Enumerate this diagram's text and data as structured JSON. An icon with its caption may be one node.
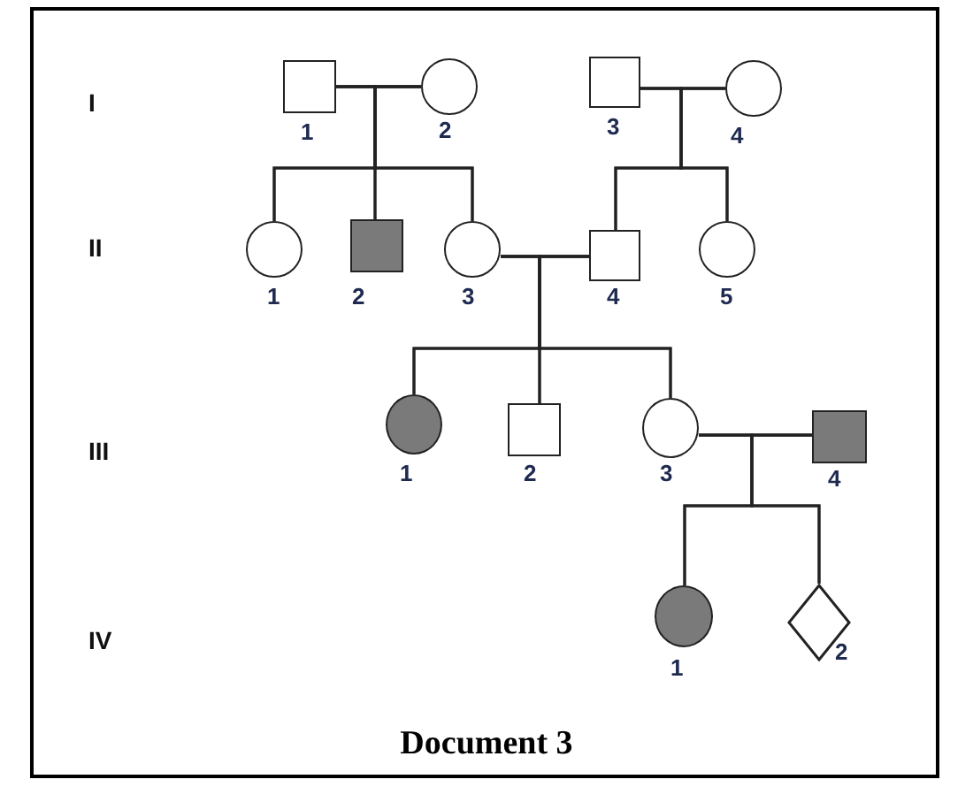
{
  "diagram": {
    "caption": "Document 3",
    "nodes": [
      {
        "text": [
          "1"
        ]
      },
      {
        "text": [
          "2"
        ]
      },
      {
        "text": [
          "3"
        ]
      },
      {
        "text": [
          "4"
        ]
      },
      {
        "text": [
          "1"
        ]
      },
      {
        "text": [
          "2"
        ]
      },
      {
        "text": [
          "3"
        ]
      },
      {
        "text": [
          "4"
        ]
      },
      {
        "text": [
          "5"
        ]
      },
      {
        "text": [
          "1"
        ]
      },
      {
        "text": [
          "2"
        ]
      },
      {
        "text": [
          "3"
        ]
      },
      {
        "text": [
          "4"
        ]
      },
      {
        "text": [
          "1"
        ]
      },
      {
        "text": [
          "2"
        ]
      }
    ],
    "edges": [
      {
        "from": 0,
        "to": 1,
        "arrow": "none"
      },
      {
        "from": 0,
        "to": 4,
        "arrow": "none"
      },
      {
        "from": 1,
        "to": 4,
        "arrow": "none"
      },
      {
        "from": 0,
        "to": 5,
        "arrow": "none"
      },
      {
        "from": 1,
        "to": 5,
        "arrow": "none"
      },
      {
        "from": 0,
        "to": 6,
        "arrow": "none"
      },
      {
        "from": 1,
        "to": 6,
        "arrow": "none"
      },
      {
        "from": 2,
        "to": 3,
        "arrow": "none"
      },
      {
        "from": 2,
        "to": 7,
        "arrow": "none"
      },
      {
        "from": 3,
        "to": 7,
        "arrow": "none"
      },
      {
        "from": 2,
        "to": 8,
        "arrow": "none"
      },
      {
        "from": 3,
        "to": 8,
        "arrow": "none"
      },
      {
        "from": 6,
        "to": 7,
        "arrow": "none"
      },
      {
        "from": 6,
        "to": 9,
        "arrow": "none"
      },
      {
        "from": 7,
        "to": 9,
        "arrow": "none"
      },
      {
        "from": 6,
        "to": 10,
        "arrow": "none"
      },
      {
        "from": 7,
        "to": 10,
        "arrow": "none"
      },
      {
        "from": 6,
        "to": 11,
        "arrow": "none"
      },
      {
        "from": 7,
        "to": 11,
        "arrow": "none"
      },
      {
        "from": 11,
        "to": 12,
        "arrow": "none"
      },
      {
        "from": 11,
        "to": 13,
        "arrow": "none"
      },
      {
        "from": 12,
        "to": 13,
        "arrow": "none"
      },
      {
        "from": 11,
        "to": 14,
        "arrow": "none"
      },
      {
        "from": 12,
        "to": 14,
        "arrow": "none"
      }
    ],
    "labels": [
      "I",
      "II",
      "III",
      "IV"
    ]
  }
}
